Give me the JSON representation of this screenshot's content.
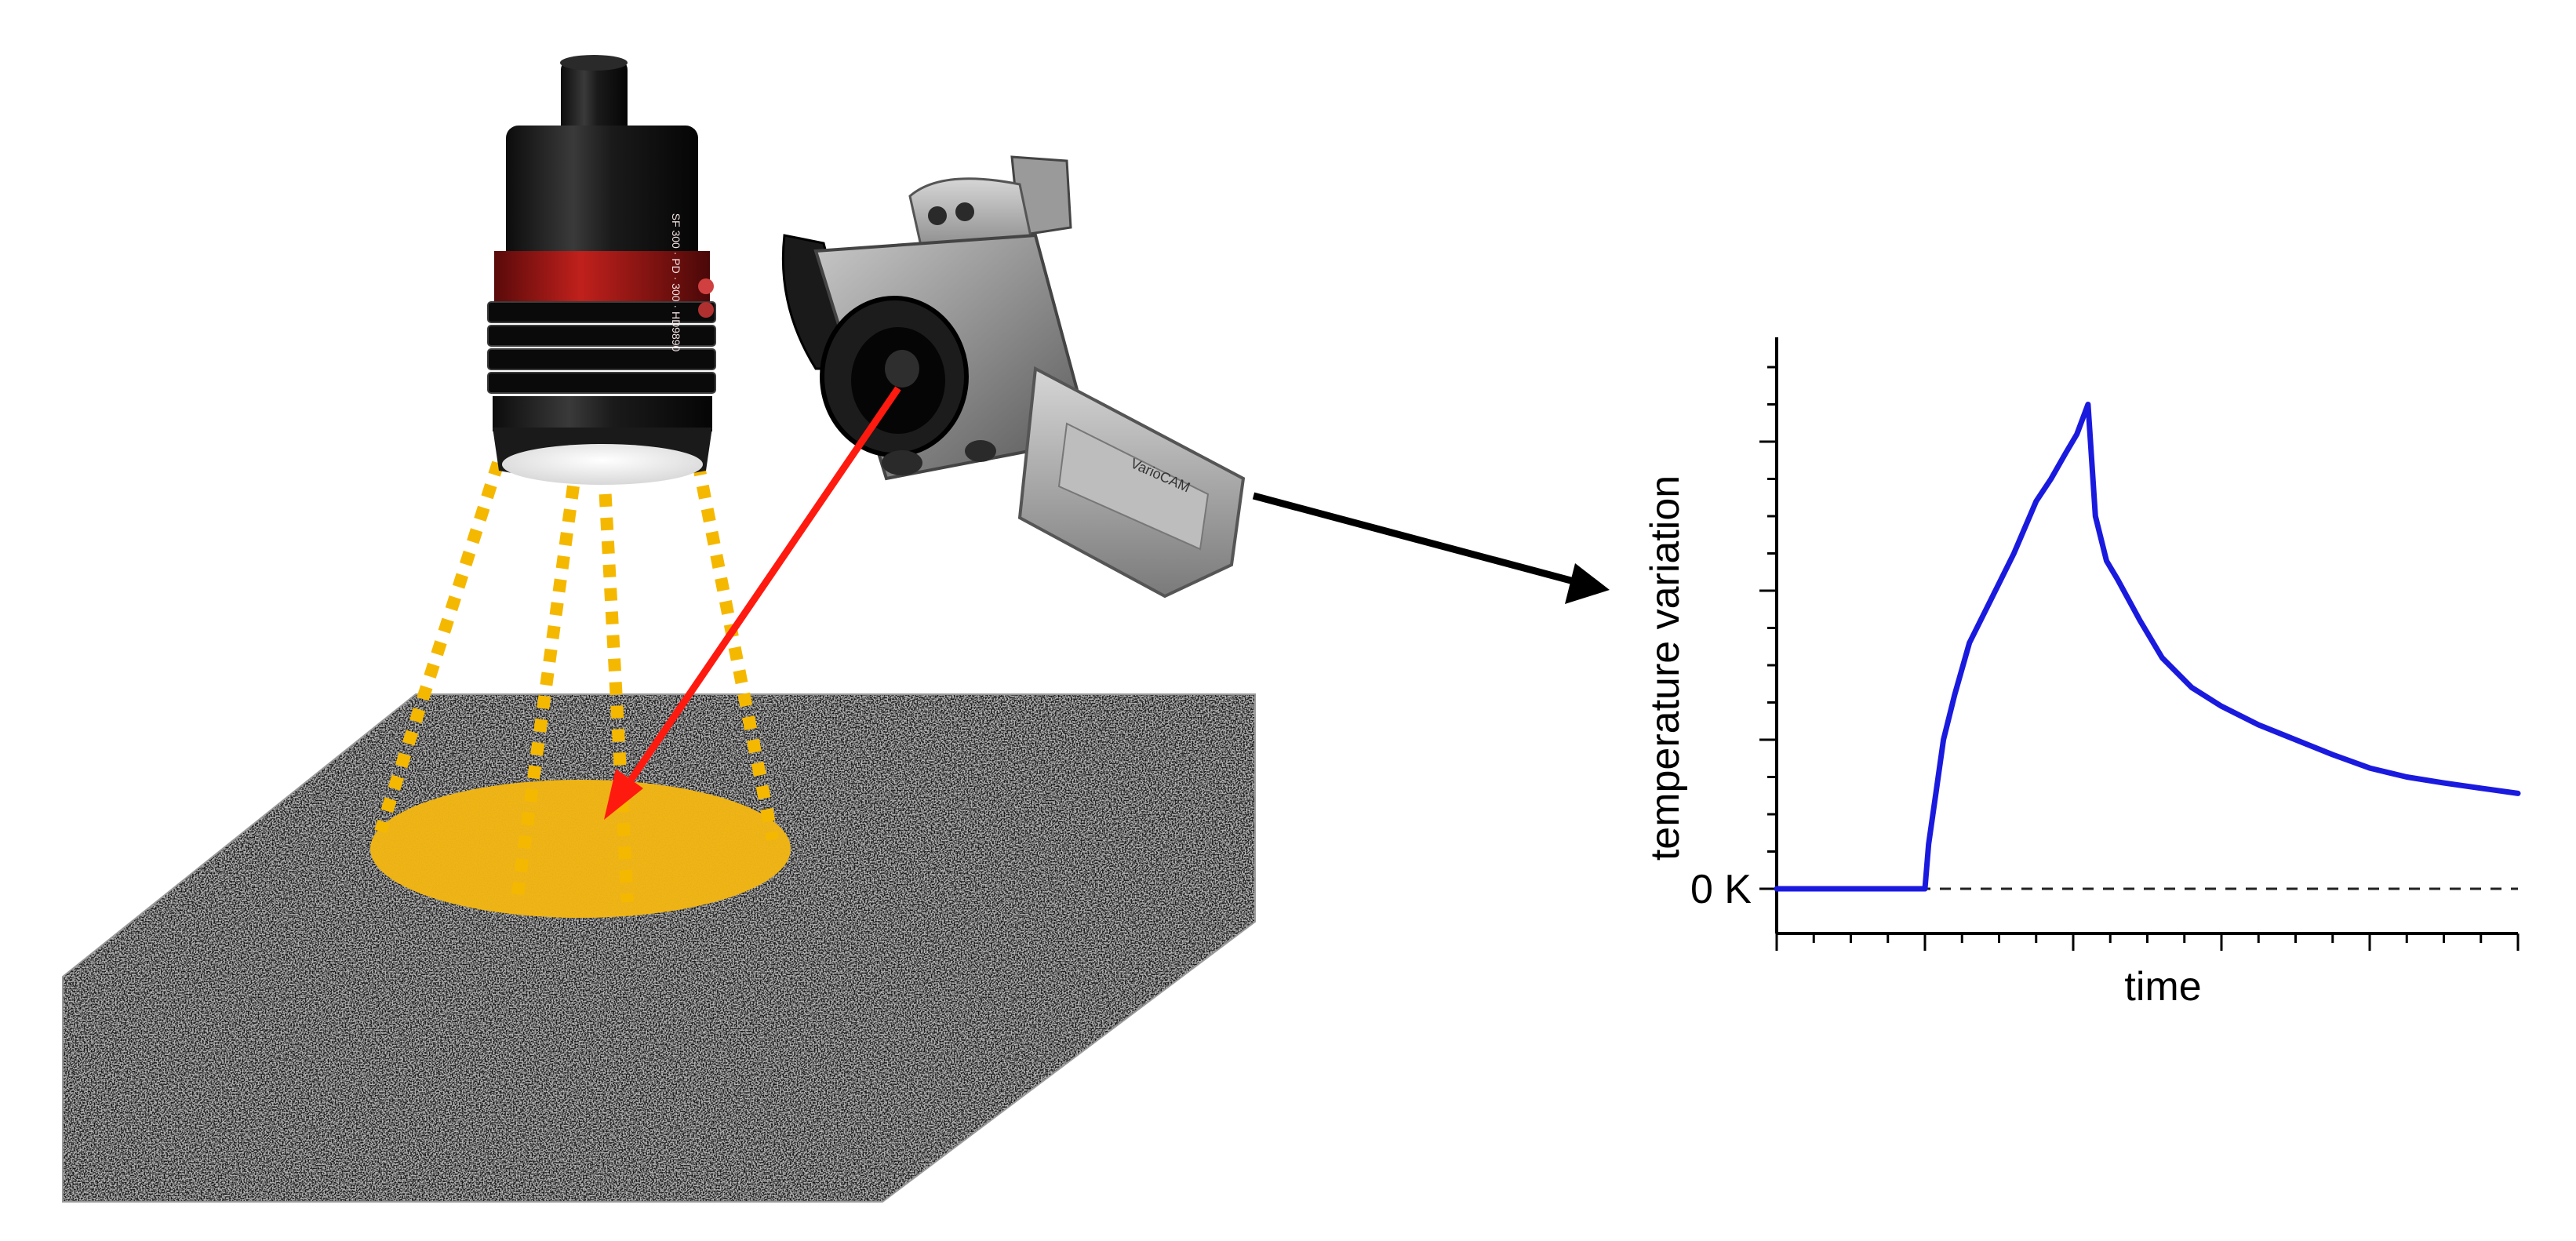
{
  "colors": {
    "flash_light": "#f5b800",
    "heated_spot": "#f0b418",
    "ir_ray": "#ff1a10",
    "signal_arrow": "#000000",
    "curve": "#1a1adf",
    "baseline": "#222222"
  },
  "flash_lamp": {
    "label_text": "SF 300 · PD · 300 · HD9890"
  },
  "ir_camera": {
    "brand_text": "VarioCAM"
  },
  "chart_data": {
    "type": "line",
    "title": "",
    "xlabel": "time",
    "ylabel": "temperature variation",
    "y_tick_label": "0 K",
    "xlim": [
      0,
      10
    ],
    "ylim": [
      -0.6,
      7.4
    ],
    "baseline_y": 0,
    "baseline_style": "dashed",
    "series": [
      {
        "x": [
          0,
          1.0,
          2.0,
          2.05,
          2.15,
          2.25,
          2.4,
          2.6,
          2.9,
          3.2,
          3.5,
          3.7,
          3.9,
          4.05,
          4.2,
          4.3,
          4.45,
          4.6,
          4.9,
          5.2,
          5.6,
          6.0,
          6.5,
          7.0,
          7.5,
          8.0,
          8.5,
          9.0,
          9.5,
          10.0
        ],
        "y": [
          0,
          0,
          0,
          0.6,
          1.3,
          2.0,
          2.6,
          3.3,
          3.9,
          4.5,
          5.2,
          5.5,
          5.85,
          6.1,
          6.5,
          5.0,
          4.4,
          4.15,
          3.6,
          3.1,
          2.7,
          2.45,
          2.2,
          2.0,
          1.8,
          1.62,
          1.5,
          1.42,
          1.35,
          1.28
        ]
      }
    ]
  }
}
